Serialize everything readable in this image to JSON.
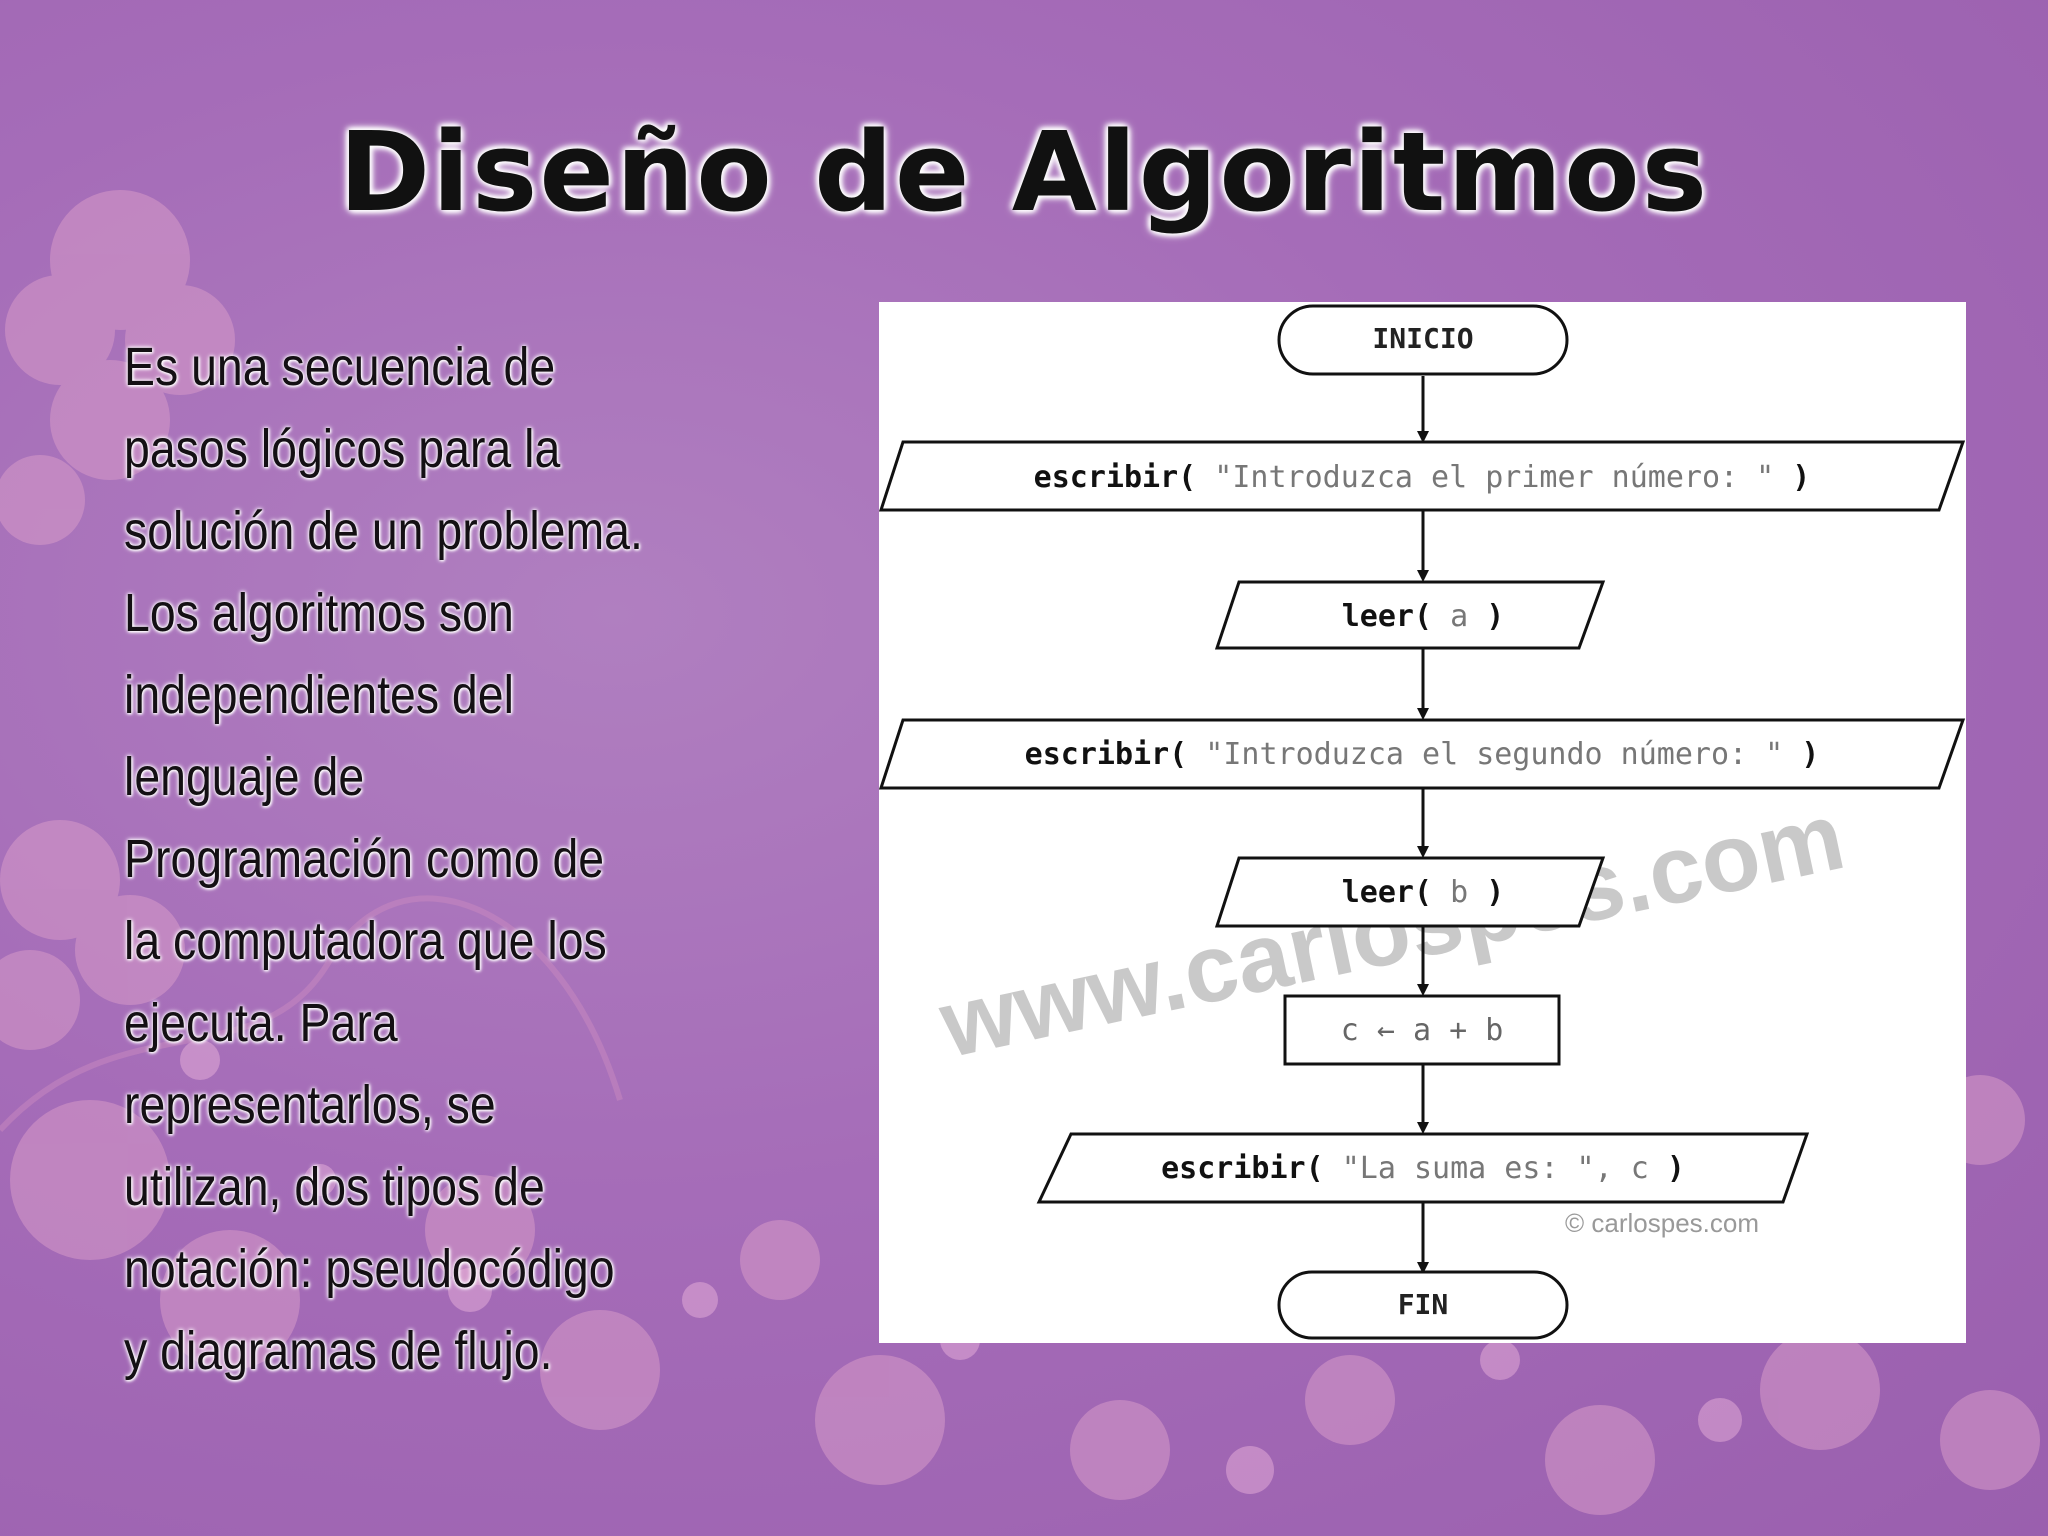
{
  "slide": {
    "title": "Diseño de Algoritmos",
    "description": "Es una secuencia de pasos lógicos para la solución de un problema. Los algoritmos son independientes del lenguaje de Programación como de la computadora que los ejecuta. Para representarlos, se utilizan, dos tipos de notación: pseudocódigo y diagramas de flujo."
  },
  "flowchart": {
    "start": "INICIO",
    "steps": [
      {
        "keyword": "escribir(",
        "arg": " \"Introduzca el primer número: \" ",
        "close": ")"
      },
      {
        "keyword": "leer(",
        "arg": " a ",
        "close": ")"
      },
      {
        "keyword": "escribir(",
        "arg": " \"Introduzca el segundo número: \" ",
        "close": ")"
      },
      {
        "keyword": "leer(",
        "arg": " b ",
        "close": ")"
      },
      {
        "keyword": "",
        "arg": "c ← a + b",
        "close": ""
      },
      {
        "keyword": "escribir(",
        "arg": " \"La suma es: \", c ",
        "close": ")"
      }
    ],
    "end": "FIN",
    "watermark": "www.carlospes.com",
    "credit": "© carlospes.com"
  }
}
